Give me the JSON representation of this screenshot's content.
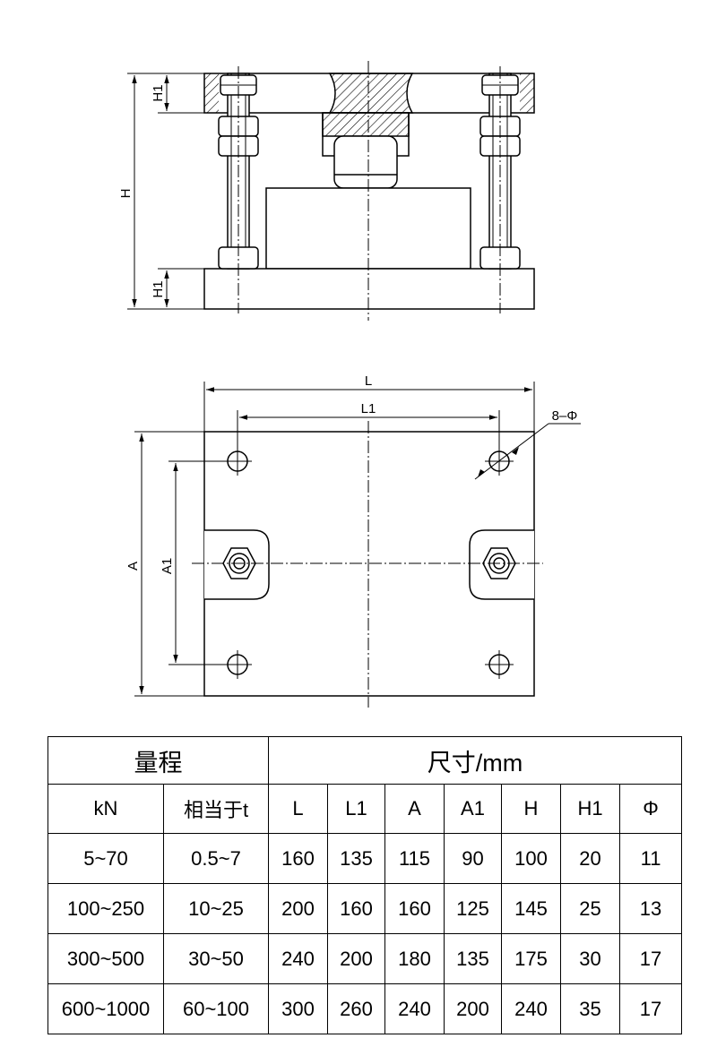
{
  "drawing": {
    "front_view_labels": {
      "h1_top": "H1",
      "h": "H",
      "h1_bottom": "H1"
    },
    "plan_view_labels": {
      "l": "L",
      "l1": "L1",
      "a": "A",
      "a1": "A1",
      "holes": "8–Φ"
    }
  },
  "table": {
    "header": {
      "range": "量程",
      "dimensions": "尺寸/mm"
    },
    "columns": [
      "kN",
      "相当于t",
      "L",
      "L1",
      "A",
      "A1",
      "H",
      "H1",
      "Φ"
    ],
    "rows": [
      [
        "5~70",
        "0.5~7",
        "160",
        "135",
        "115",
        "90",
        "100",
        "20",
        "11"
      ],
      [
        "100~250",
        "10~25",
        "200",
        "160",
        "160",
        "125",
        "145",
        "25",
        "13"
      ],
      [
        "300~500",
        "30~50",
        "240",
        "200",
        "180",
        "135",
        "175",
        "30",
        "17"
      ],
      [
        "600~1000",
        "60~100",
        "300",
        "260",
        "240",
        "200",
        "240",
        "35",
        "17"
      ]
    ]
  }
}
